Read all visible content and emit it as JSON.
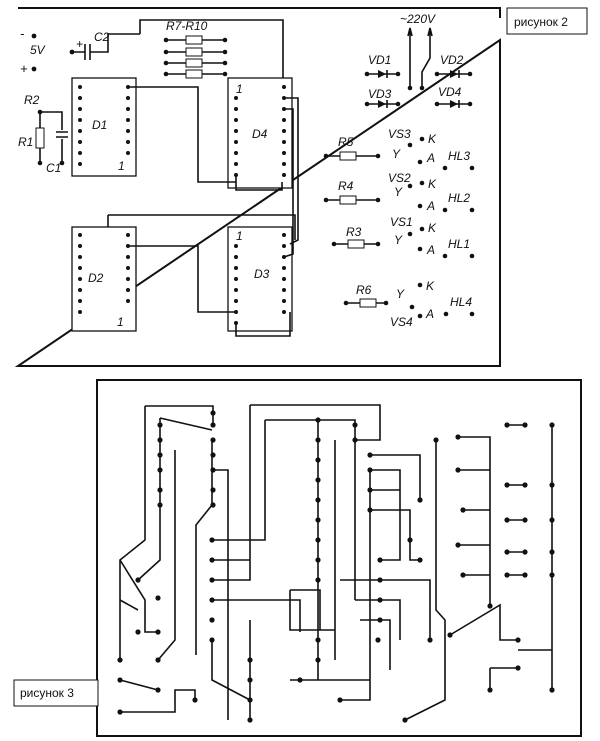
{
  "figure2": {
    "caption": "рисунок 2",
    "labels": {
      "minus": "-",
      "plus": "+",
      "v5": "5V",
      "c2": "C2",
      "c2_plus": "+",
      "r7r10": "R7-R10",
      "ac": "~220V",
      "r2": "R2",
      "r1": "R1",
      "c1": "C1",
      "d1": "D1",
      "d1_pin1": "1",
      "d4": "D4",
      "d4_pin1": "1",
      "d2": "D2",
      "d2_pin1": "1",
      "d3": "D3",
      "d3_pin1": "1",
      "vd1": "VD1",
      "vd2": "VD2",
      "vd3": "VD3",
      "vd4": "VD4",
      "r5": "R5",
      "r4": "R4",
      "r3": "R3",
      "r6": "R6",
      "vs3": "VS3",
      "vs2": "VS2",
      "vs1": "VS1",
      "vs4": "VS4",
      "y": "Y",
      "k": "K",
      "a": "A",
      "hl3": "HL3",
      "hl2": "HL2",
      "hl1": "HL1",
      "hl4": "HL4"
    }
  },
  "figure3": {
    "caption": "рисунок 3"
  }
}
